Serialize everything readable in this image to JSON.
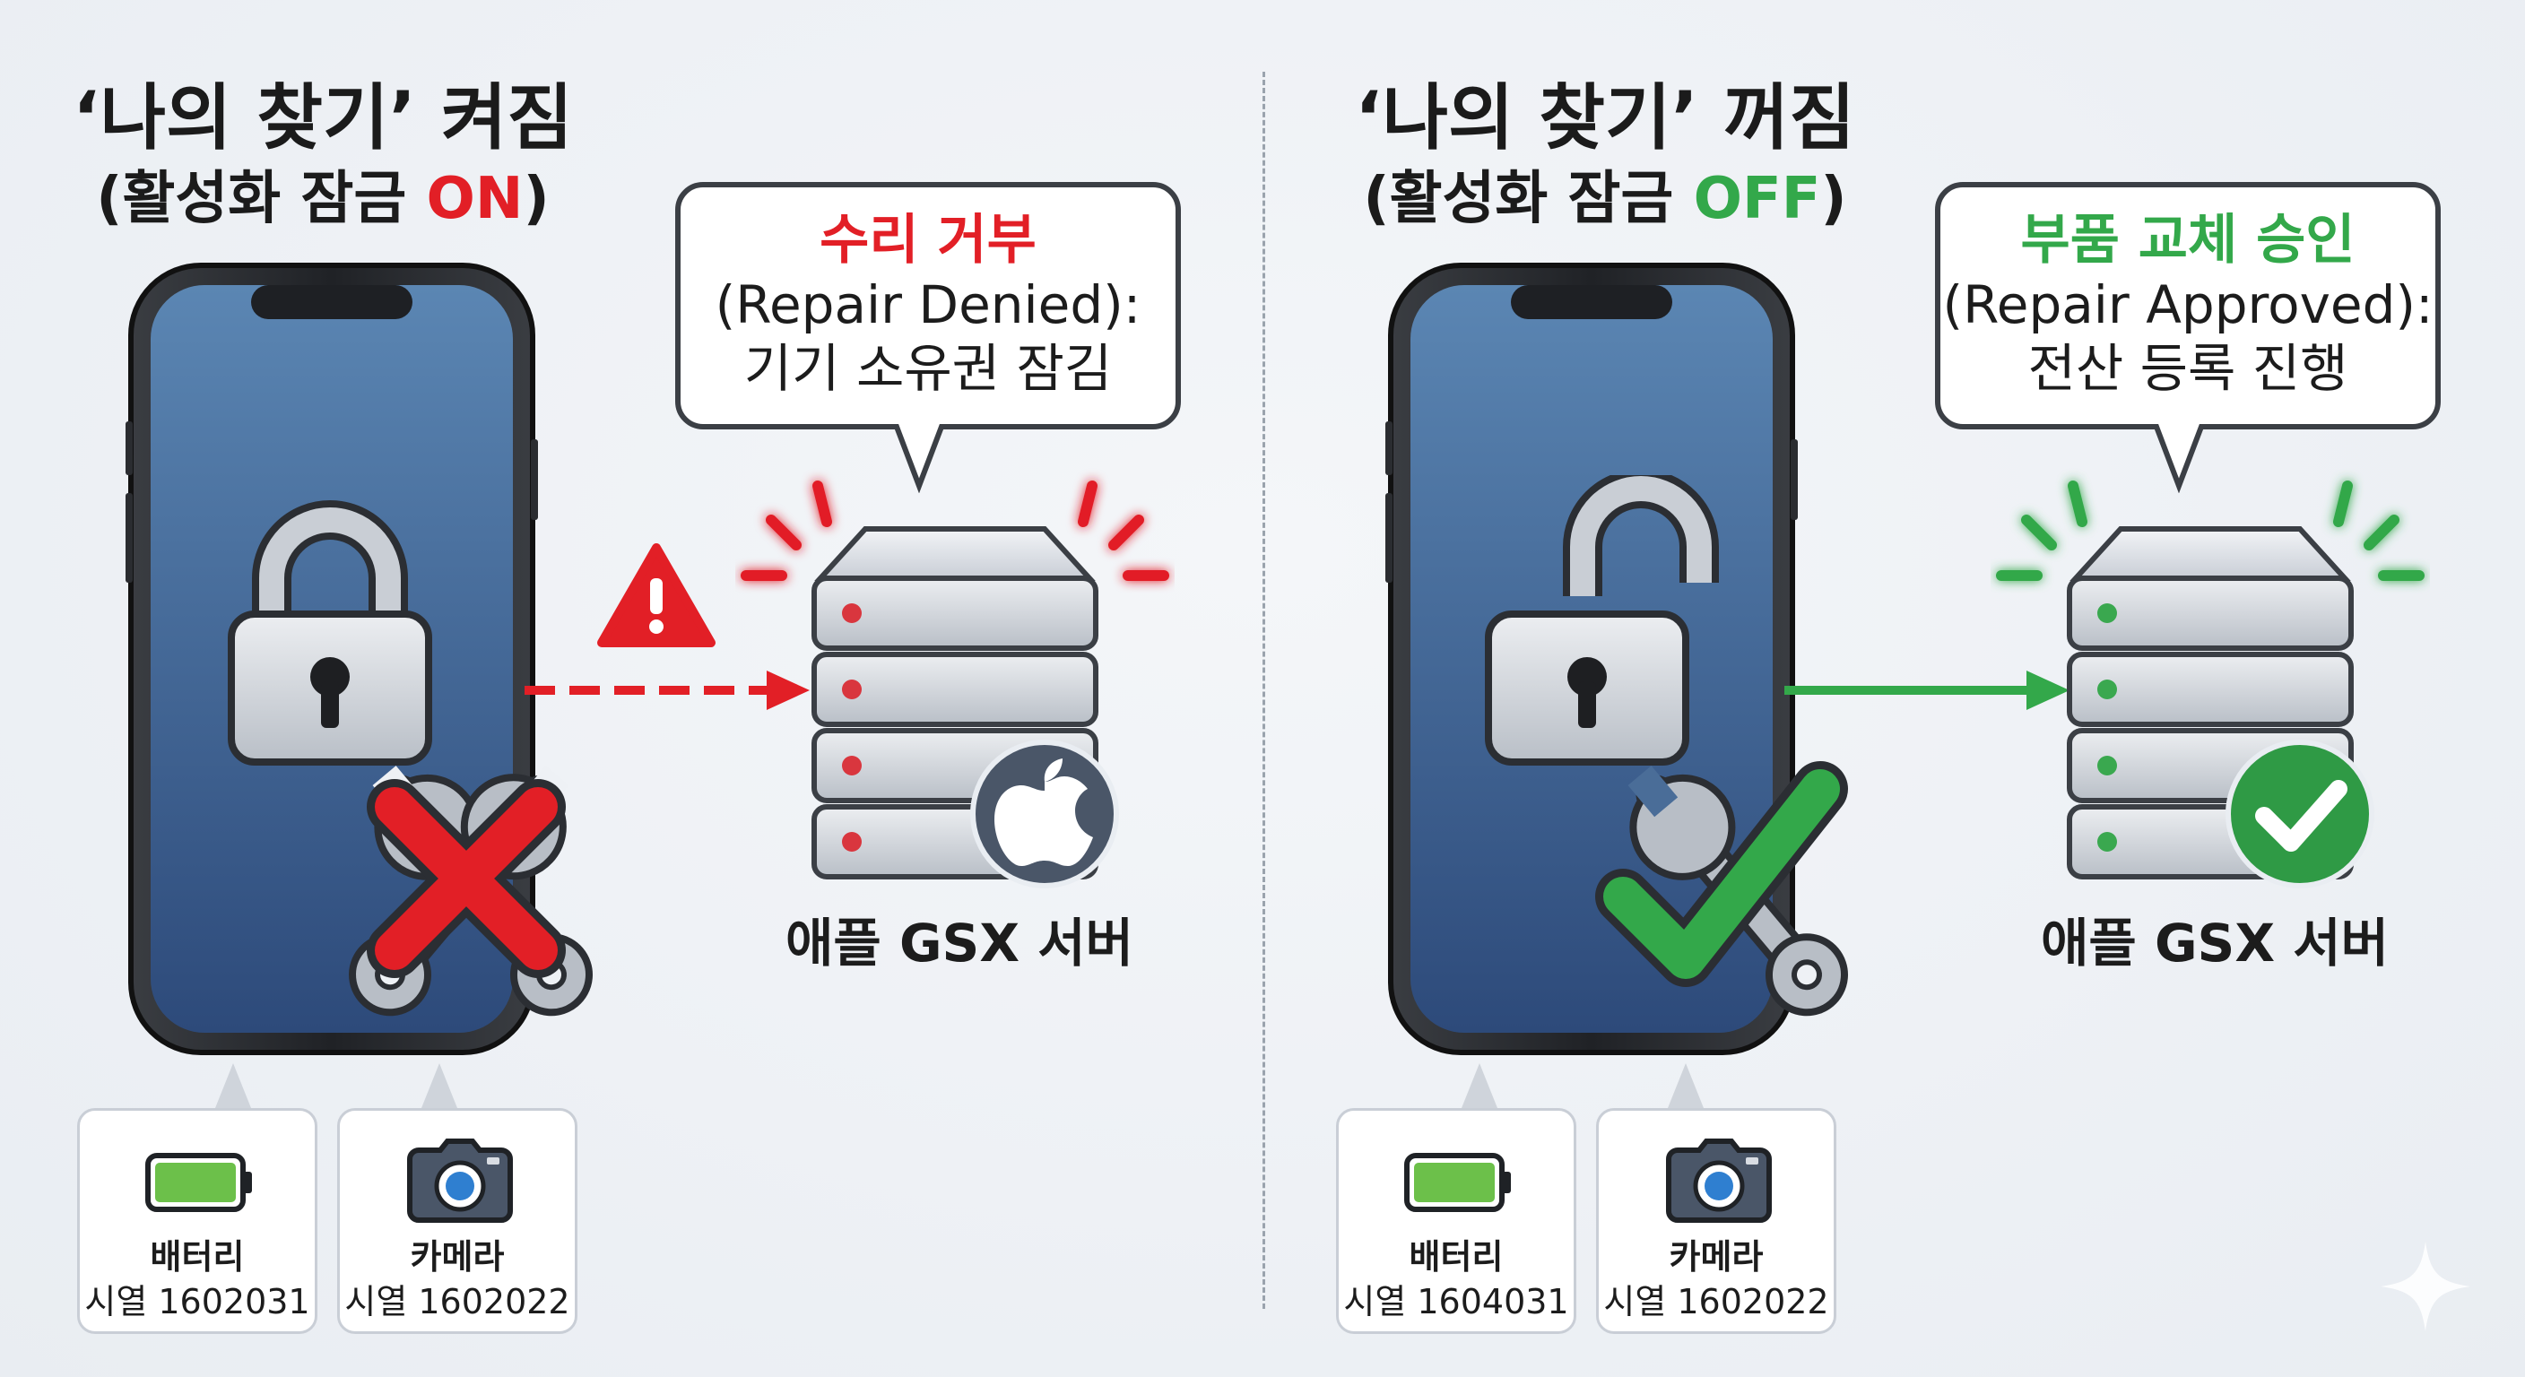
{
  "left": {
    "title_line1": "‘나의 찾기’ 켜짐",
    "title_line2_prefix": "(활성화 잠금 ",
    "title_state": "ON",
    "title_line2_suffix": ")",
    "bubble_heading": "수리 거부",
    "bubble_sub": "(Repair Denied):",
    "bubble_line": "기기 소유권 잠김",
    "server_label": "애플 GSX 서버",
    "cards": [
      {
        "name": "배터리",
        "serial": "시열 1602031"
      },
      {
        "name": "카메라",
        "serial": "시열 1602022"
      }
    ]
  },
  "right": {
    "title_line1": "‘나의 찾기’ 꺼짐",
    "title_line2_prefix": "(활성화 잠금 ",
    "title_state": "OFF",
    "title_line2_suffix": ")",
    "bubble_heading": "부품 교체 승인",
    "bubble_sub": "(Repair Approved):",
    "bubble_line": "전산 등록 진행",
    "server_label": "애플 GSX 서버",
    "cards": [
      {
        "name": "배터리",
        "serial": "시열 1604031"
      },
      {
        "name": "카메라",
        "serial": "시열 1602022"
      }
    ]
  },
  "colors": {
    "denied": "#e21f26",
    "approved": "#33a84a",
    "phone_screen_top": "#5b86b3",
    "phone_screen_bottom": "#2d4a7a"
  },
  "icons": [
    "padlock-locked-icon",
    "padlock-unlocked-icon",
    "wrench-icon",
    "x-mark-icon",
    "check-mark-icon",
    "warning-icon",
    "server-icon",
    "apple-logo-icon",
    "battery-icon",
    "camera-icon"
  ]
}
